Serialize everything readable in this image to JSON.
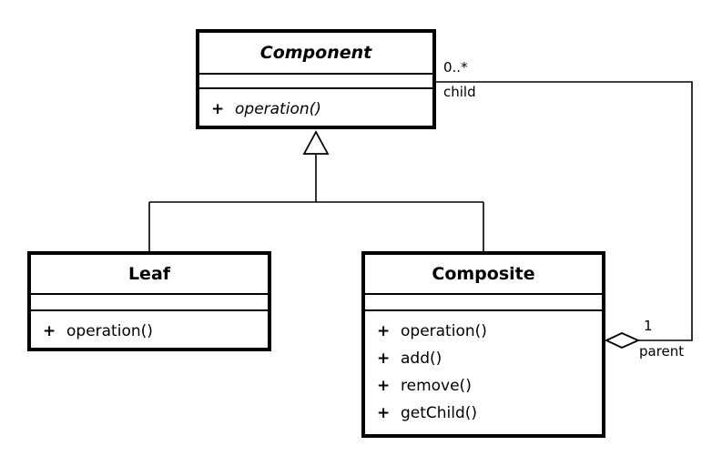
{
  "diagram": {
    "kind": "uml-class-diagram",
    "colors": {
      "line": "#000000",
      "background": "#ffffff"
    }
  },
  "classes": {
    "component": {
      "name": "Component",
      "methods": [
        {
          "visibility": "+",
          "signature": "operation()"
        }
      ]
    },
    "leaf": {
      "name": "Leaf",
      "methods": [
        {
          "visibility": "+",
          "signature": "operation()"
        }
      ]
    },
    "composite": {
      "name": "Composite",
      "methods": [
        {
          "visibility": "+",
          "signature": "operation()"
        },
        {
          "visibility": "+",
          "signature": "add()"
        },
        {
          "visibility": "+",
          "signature": "remove()"
        },
        {
          "visibility": "+",
          "signature": "getChild()"
        }
      ]
    }
  },
  "associations": {
    "child_end": {
      "multiplicity": "0..*",
      "role": "child"
    },
    "parent_end": {
      "multiplicity": "1",
      "role": "parent"
    }
  }
}
